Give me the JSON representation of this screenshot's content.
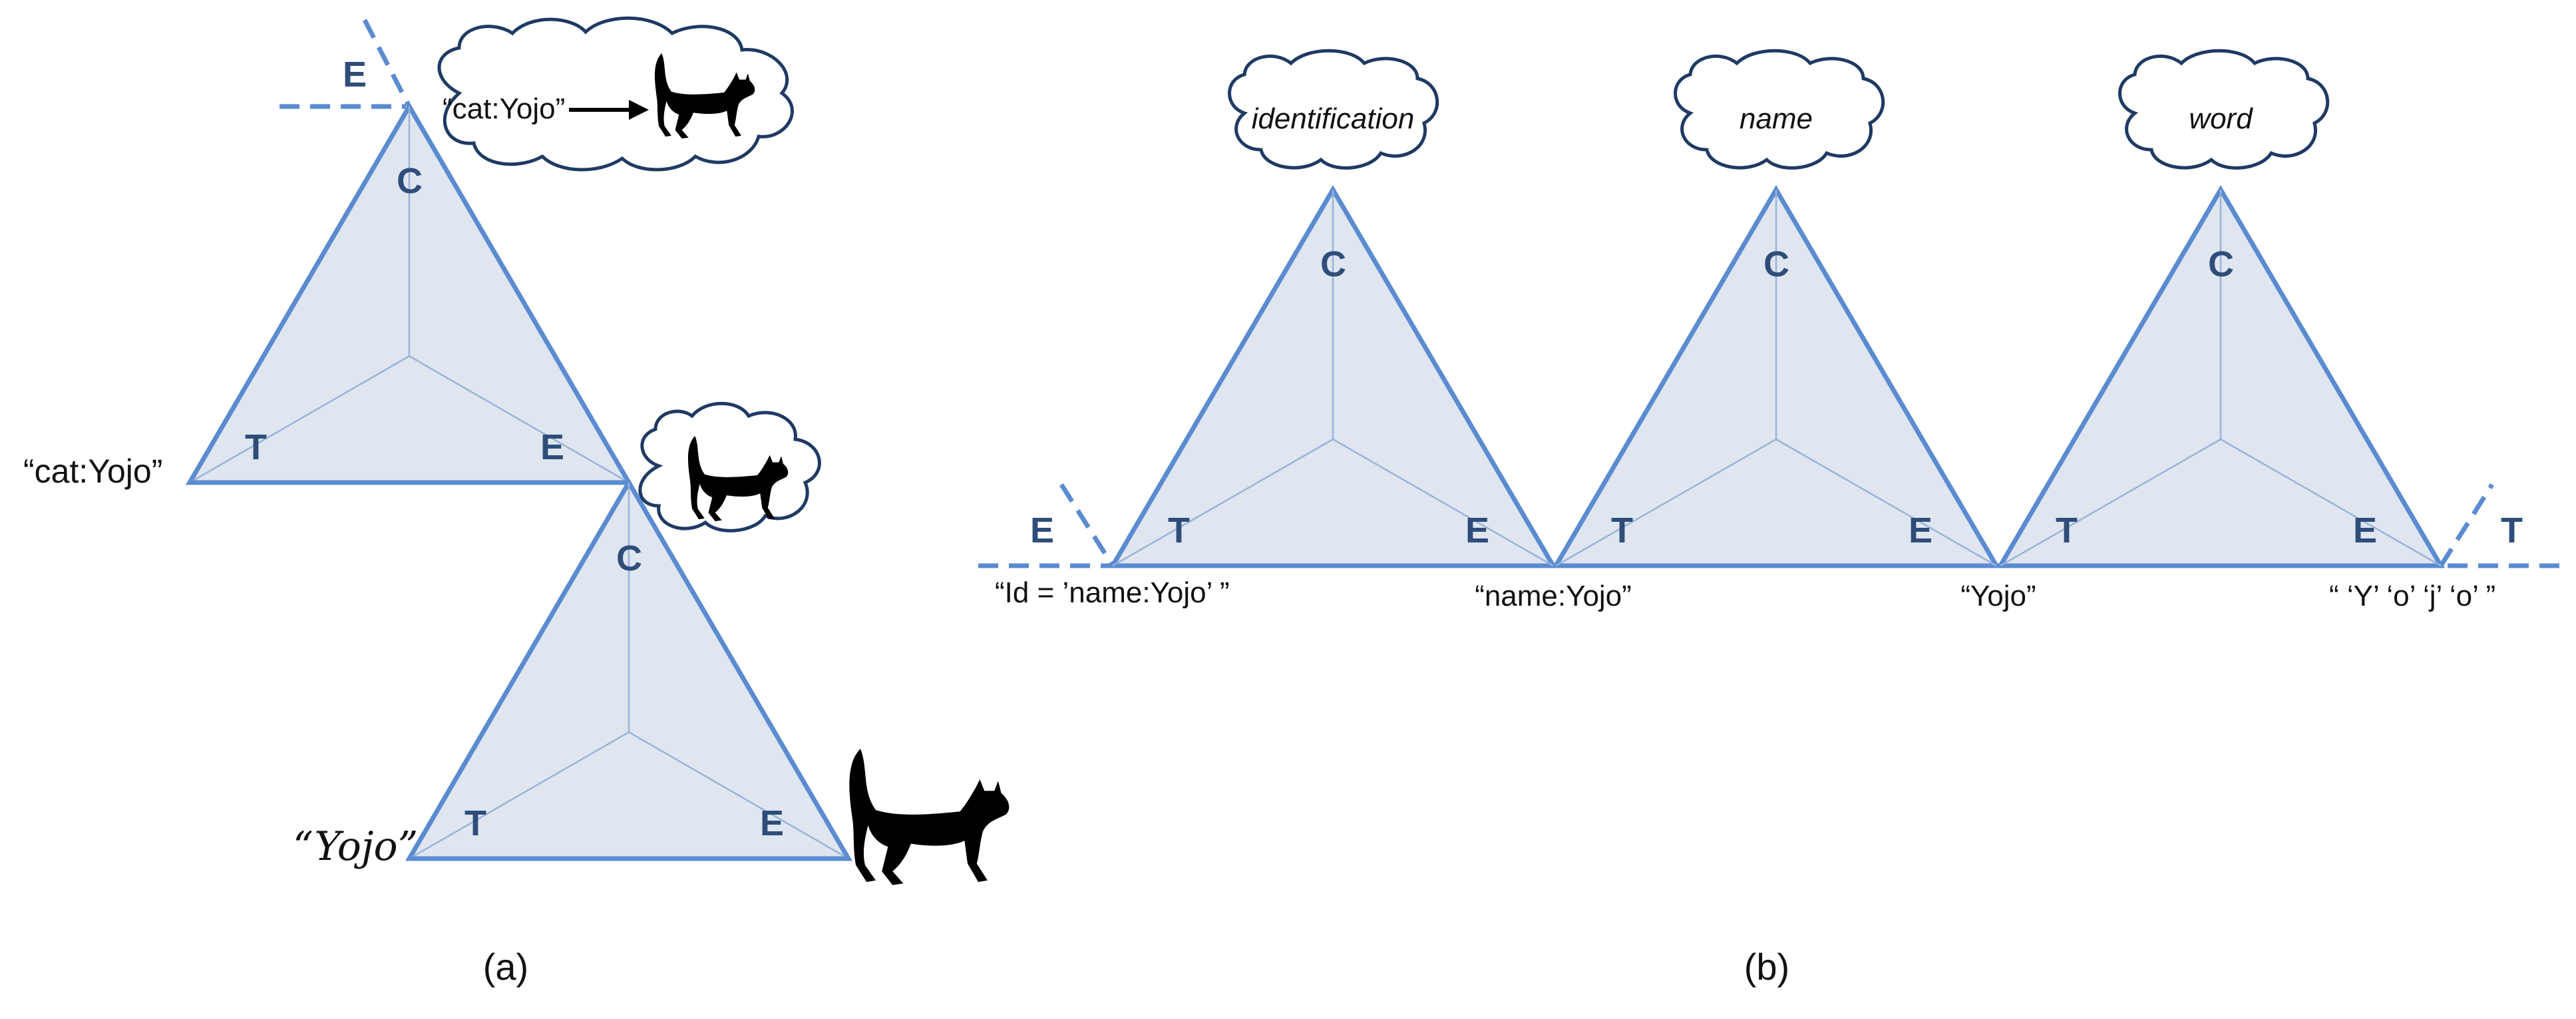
{
  "diagram_a": {
    "caption": "(a)",
    "top_triangle": {
      "corner_top": "C",
      "corner_left": "T",
      "corner_right": "E",
      "left_label": "“cat:Yojo”",
      "outside_corner": "E",
      "cloud_text": "“cat:Yojo”"
    },
    "bottom_triangle": {
      "corner_top": "C",
      "corner_left": "T",
      "corner_right": "E",
      "left_label": "“Yojo”"
    }
  },
  "diagram_b": {
    "caption": "(b)",
    "triangles": [
      {
        "cloud": "identification",
        "corner_top": "C",
        "corner_left": "T",
        "corner_right": "E"
      },
      {
        "cloud": "name",
        "corner_top": "C",
        "corner_left": "T",
        "corner_right": "E"
      },
      {
        "cloud": "word",
        "corner_top": "C",
        "corner_left": "T",
        "corner_right": "E"
      }
    ],
    "outer_left": "E",
    "outer_right": "T",
    "base_labels": [
      "“Id = ’name:Yojo’ ”",
      "“name:Yojo”",
      "“Yojo”",
      "“ ‘Y’ ‘o’ ‘j’ ‘o’ ”"
    ]
  },
  "colors": {
    "triangle_fill": "#dfe6f0",
    "triangle_stroke": "#5b8bd0",
    "cloud_stroke": "#1f3a63",
    "letter": "#2e4d7a"
  }
}
